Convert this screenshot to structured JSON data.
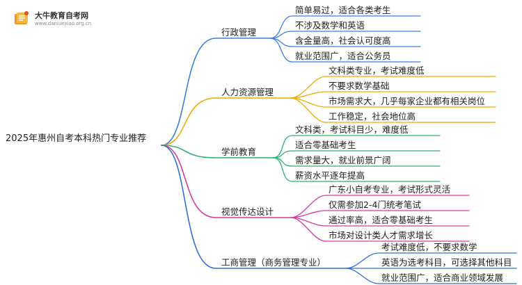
{
  "logo": {
    "name": "大牛教育自考网",
    "url": "www.daniuexiao.org.cn"
  },
  "root": "2025年惠州自考本科热门专业推荐",
  "branches": [
    {
      "label": "行政管理",
      "color": "#3b7fe3",
      "leaves": [
        "简单易过，适合各类考生",
        "不涉及数学和英语",
        "含金量高，社会认可度高",
        "就业范围广，适合公务员"
      ]
    },
    {
      "label": "人力资源管理",
      "color": "#f2a900",
      "leaves": [
        "文科类专业，考试难度低",
        "不要求数学基础",
        "市场需求大，几乎每家企业都有相关岗位",
        "工作稳定，社会地位高"
      ]
    },
    {
      "label": "学前教育",
      "color": "#2cb26b",
      "leaves": [
        "文科类，考试科目少，难度低",
        "适合零基础考生",
        "需求量大，就业前景广阔",
        "薪资水平逐年提高"
      ]
    },
    {
      "label": "视觉传达设计",
      "color": "#d63aa0",
      "leaves": [
        "广东小自考专业，考试形式灵活",
        "仅需参加2-4门统考笔试",
        "通过率高，适合零基础考生",
        "市场对设计类人才需求增长"
      ]
    },
    {
      "label": "工商管理（商务管理专业）",
      "color": "#2e6fd6",
      "leaves": [
        "考试难度低，不要求数学",
        "英语为选考科目，可选择其他科目",
        "就业范围广，适合商业领域发展"
      ]
    }
  ]
}
